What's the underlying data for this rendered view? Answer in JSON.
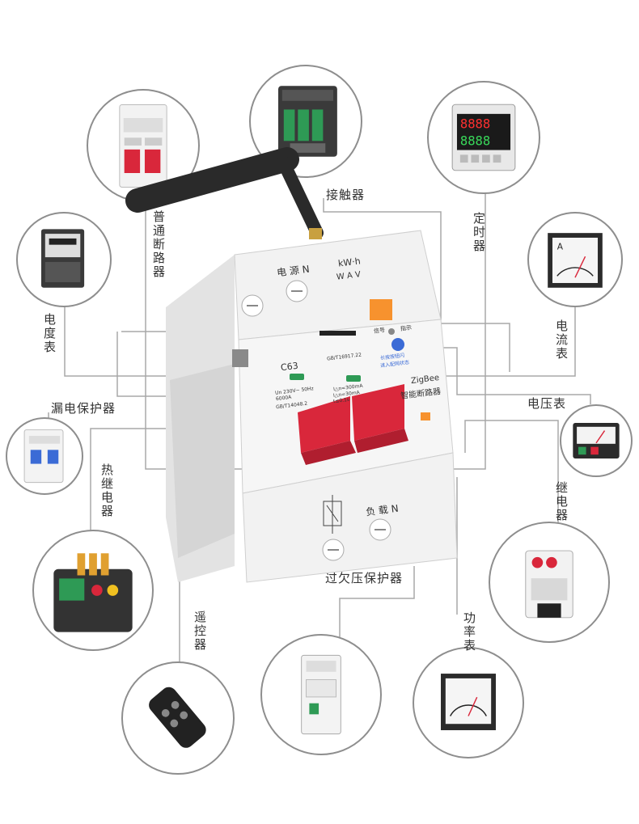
{
  "devices": {
    "ordinary_breaker": "普通断路器",
    "contactor": "接触器",
    "timer": "定时器",
    "energy_meter": "电度表",
    "ammeter": "电流表",
    "leakage_protector": "漏电保护器",
    "voltmeter": "电压表",
    "thermal_relay": "热继电器",
    "relay": "继电器",
    "remote_control": "遥控器",
    "over_under_voltage_protector": "过欠压保护器",
    "power_meter": "功率表"
  },
  "breaker": {
    "top_power_label": "电 源 N",
    "top_kwh_label": "kW·h",
    "top_units": "W  A  V",
    "rating": "C63",
    "spec_line1": "Un 230V~ 50Hz",
    "spec_line2": "6000A",
    "spec_line3": "GB/T14048.2",
    "spec_right1": "GB/T16917.22",
    "spec_right2": "I△n=300mA",
    "spec_right3": "I△n=30mA",
    "spec_right4": "t≤0.1s",
    "signal_label": "信号",
    "indicator_label": "指示",
    "pair_hint_1": "长按按钮闪",
    "pair_hint_2": "进入配网状态",
    "brand": "ZigBee",
    "product_name": "智能断路器",
    "bottom_load_label": "负 载 N"
  },
  "timer_display": [
    "8888",
    "8888"
  ],
  "colors": {
    "red_handle": "#d9273b",
    "orange_button": "#f7922e",
    "green_led": "#2e9a55",
    "blue_button": "#3b6bd6",
    "line_gray": "#a0a0a0"
  }
}
